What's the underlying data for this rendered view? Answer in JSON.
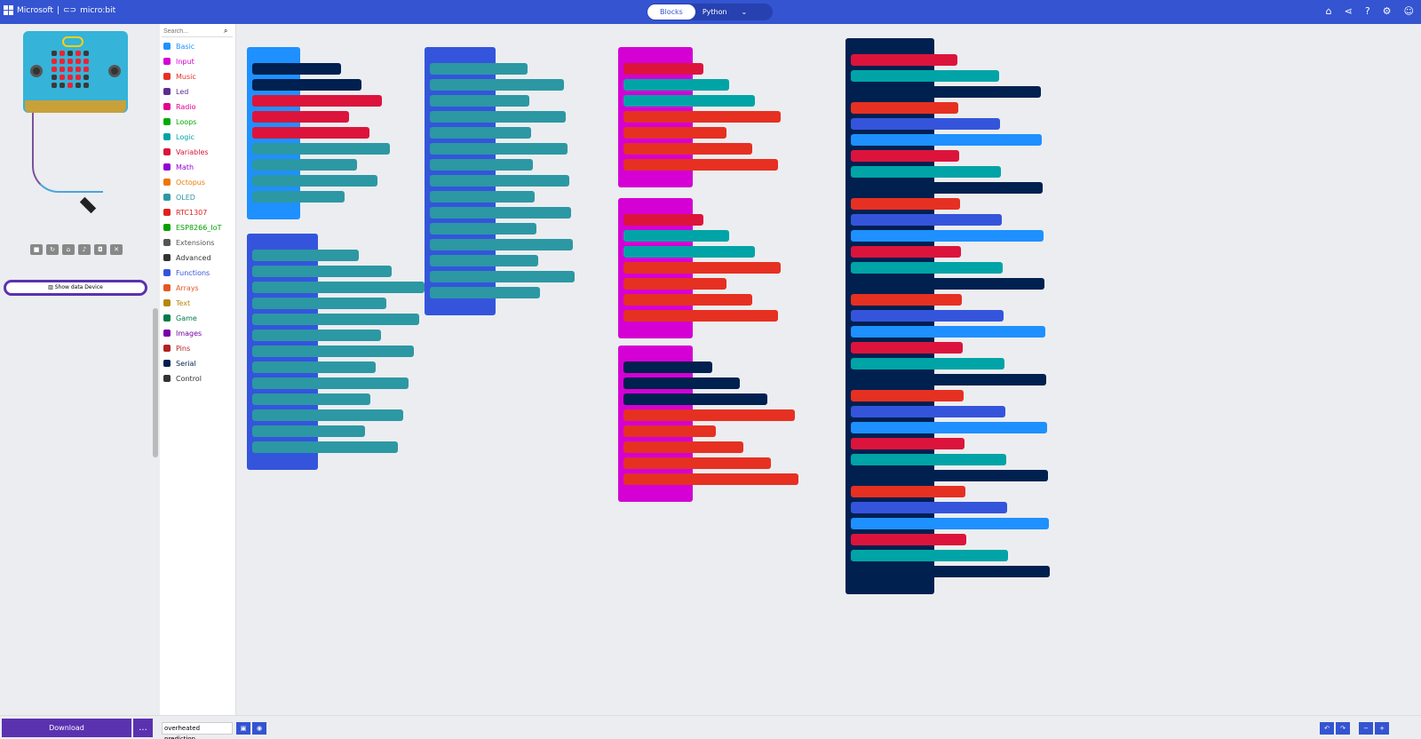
{
  "app": {
    "brand": "Microsoft",
    "product": "micro:bit",
    "mode_blocks": "Blocks",
    "mode_python": "Python"
  },
  "header_icons": [
    "home-icon",
    "share-icon",
    "help-icon",
    "gear-icon",
    "avatar"
  ],
  "simulator": {
    "show_data_label": "Show data",
    "show_data_source": "Device"
  },
  "toolbox": {
    "search_placeholder": "Search...",
    "categories": [
      {
        "label": "Basic",
        "color": "#1e90ff"
      },
      {
        "label": "Input",
        "color": "#d400d4"
      },
      {
        "label": "Music",
        "color": "#e63022"
      },
      {
        "label": "Led",
        "color": "#5c2d91"
      },
      {
        "label": "Radio",
        "color": "#e3008c"
      },
      {
        "label": "Loops",
        "color": "#00aa00"
      },
      {
        "label": "Logic",
        "color": "#00a4a6"
      },
      {
        "label": "Variables",
        "color": "#dc143c"
      },
      {
        "label": "Math",
        "color": "#9400d3"
      },
      {
        "label": "Octopus",
        "color": "#ee7700"
      },
      {
        "label": "OLED",
        "color": "#2c98a3"
      },
      {
        "label": "RTC1307",
        "color": "#e02020"
      },
      {
        "label": "ESP8266_IoT",
        "color": "#00a000"
      },
      {
        "label": "Extensions",
        "color": "#555555"
      },
      {
        "label": "Advanced",
        "color": "#333333"
      },
      {
        "label": "Functions",
        "color": "#3455db"
      },
      {
        "label": "Arrays",
        "color": "#e65722"
      },
      {
        "label": "Text",
        "color": "#b8860b"
      },
      {
        "label": "Game",
        "color": "#007a4b"
      },
      {
        "label": "Images",
        "color": "#7600a8"
      },
      {
        "label": "Pins",
        "color": "#b22222"
      },
      {
        "label": "Serial",
        "color": "#002050"
      },
      {
        "label": "Control",
        "color": "#333333"
      }
    ]
  },
  "footer": {
    "download": "Download",
    "more": "...",
    "project_name": "overheated prediction"
  },
  "colors": {
    "header": "#3454d1",
    "oled": "#2c98a3",
    "variables": "#dc143c",
    "music": "#e63022",
    "logic": "#00a4a6",
    "input": "#d400d4",
    "functions": "#3455db",
    "serial": "#002050",
    "basic": "#1e90ff"
  }
}
